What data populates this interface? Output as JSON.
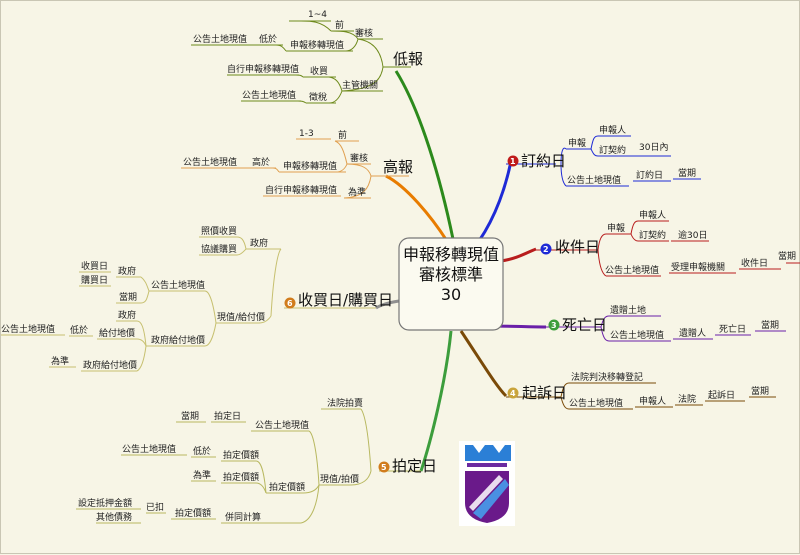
{
  "central": {
    "lines": [
      "申報移轉現值",
      "審核標準",
      "30"
    ]
  },
  "colors": {
    "bg": "#f7f5e6",
    "ding": "#1e2ad6",
    "shou": "#b81d1d",
    "si": "#6a1fa8",
    "qisu": "#7a4a08",
    "bai": "#3c9d3c",
    "shou_mai": "#8f8f8f",
    "gao": "#e87c00",
    "di": "#2c8a1c"
  },
  "branches": {
    "ding": {
      "num": "1",
      "label": "訂約日",
      "shen_bao": "申報",
      "shen_bao_ren": "申報人",
      "ding_qi_yue": "訂契約",
      "san_shi_nei": "30日內",
      "gong_gao": "公告土地現值",
      "ding_yue_ri": "訂約日",
      "dang_qi": "當期"
    },
    "shou": {
      "num": "2",
      "label": "收件日",
      "shen_bao": "申報",
      "shen_bao_ren": "申報人",
      "ding_qi_yue": "訂契約",
      "yu_san_shi": "逾30日",
      "gong_gao": "公告土地現值",
      "shou_li": "受理申報機關",
      "shou_jian_ri": "收件日",
      "dang_qi": "當期"
    },
    "si": {
      "num": "3",
      "label": "死亡日",
      "yi_zeng": "遺贈土地",
      "gong_gao": "公告土地現值",
      "yi_zeng_ren": "遺贈人",
      "si_wang_ri": "死亡日",
      "dang_qi": "當期"
    },
    "qisu": {
      "num": "4",
      "label": "起訴日",
      "fa_yuan_pan": "法院判決移轉登記",
      "gong_gao": "公告土地現值",
      "shen_bao_ren": "申報人",
      "fa_yuan": "法院",
      "qi_su_ri": "起訴日",
      "dang_qi": "當期"
    },
    "bai": {
      "num": "5",
      "label": "拍定日",
      "fa_yuan_pai": "法院拍賣",
      "gong_gao": "公告土地現值",
      "pai_ding_ri": "拍定日",
      "dang_qi": "當期",
      "xian_zhi": "現值/拍價",
      "gong_gao2": "公告土地現值",
      "di_yu": "低於",
      "pai_ding_jia_e1": "拍定價額",
      "wei_zhun": "為準",
      "pai_ding_jia_e2": "拍定價額",
      "pai_ding_jia_e3": "拍定價額",
      "she_ding": "設定抵押金額",
      "qi_ta": "其他債務",
      "yi_kou": "已扣",
      "pai_ding_jia_e4": "拍定價額",
      "bing_tong": "併同計算"
    },
    "shou_mai": {
      "num": "6",
      "label": "收買日/購買日",
      "zheng_fu1": "政府",
      "zhao_jia": "照價收買",
      "xie_yi": "協議購買",
      "gong_gao": "公告土地現值",
      "zheng_fu2": "政府",
      "shou_mai_ri": "收買日",
      "gou_mai_ri": "購買日",
      "dang_qi": "當期",
      "xian_zhi_gei": "現值/給付價",
      "zheng_fu_gei": "政府給付地價",
      "zheng_fu3": "政府",
      "gei_fu": "給付地價",
      "di_yu": "低於",
      "gong_gao3": "公告土地現值",
      "wei_zhun": "為準",
      "zheng_fu_gei2": "政府給付地價"
    },
    "gao": {
      "label": "高報",
      "shen_he": "審核",
      "qian": "前",
      "range": "1-3",
      "shen_bao_yi": "申報移轉現值",
      "gao_yu": "高於",
      "gong_gao": "公告土地現值",
      "wei_zhun": "為準",
      "zi_xing": "自行申報移轉現值"
    },
    "di": {
      "label": "低報",
      "shen_he": "審核",
      "qian": "前",
      "range": "1~4",
      "shen_bao_yi": "申報移轉現值",
      "di_yu": "低於",
      "gong_gao": "公告土地現值",
      "zhu_guan": "主管機關",
      "shou_mai": "收買",
      "zi_xing": "自行申報移轉現值",
      "zheng_shui": "徵稅",
      "gong_gao2": "公告土地現值"
    }
  }
}
